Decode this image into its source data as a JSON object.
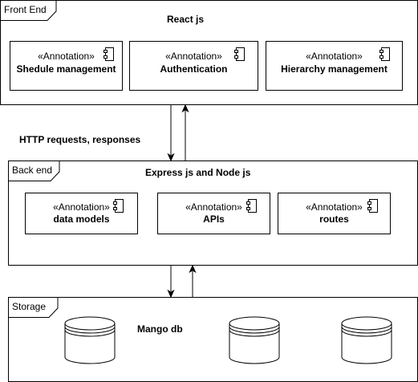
{
  "diagram": {
    "frames": {
      "frontend": {
        "tab": "Front End",
        "title": "React js",
        "components": [
          {
            "stereotype": "«Annotation»",
            "name": "Shedule management"
          },
          {
            "stereotype": "«Annotation»",
            "name": "Authentication"
          },
          {
            "stereotype": "«Annotation»",
            "name": "Hierarchy management"
          }
        ]
      },
      "backend": {
        "tab": "Back end",
        "title": "Express js  and Node js",
        "components": [
          {
            "stereotype": "«Annotation»",
            "name": "data models"
          },
          {
            "stereotype": "«Annotation»",
            "name": "APIs"
          },
          {
            "stereotype": "«Annotation»",
            "name": "routes"
          }
        ]
      },
      "storage": {
        "tab": "Storage",
        "title": "Mango db",
        "databases": 3
      }
    },
    "edge_label": "HTTP requests, responses",
    "colors": {
      "line": "#000000",
      "background": "#ffffff"
    }
  }
}
